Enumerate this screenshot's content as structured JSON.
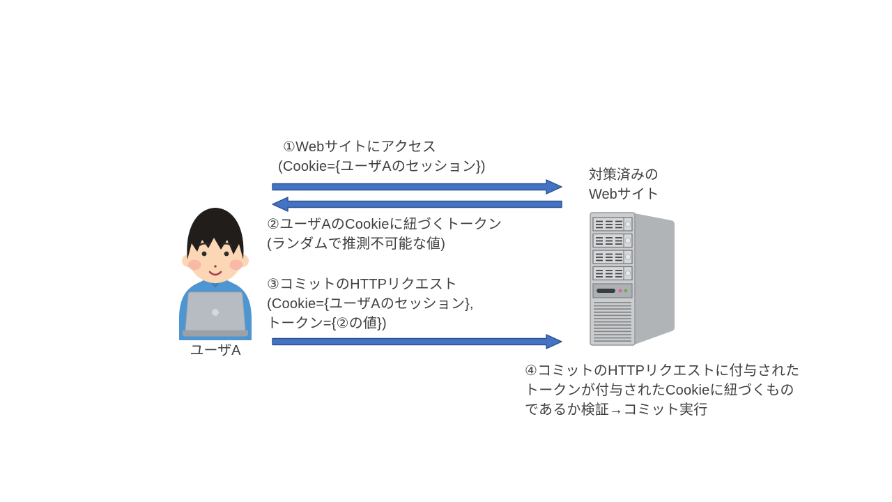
{
  "page": {
    "background": "#ffffff",
    "text_color": "#404040"
  },
  "arrows": {
    "fill": "#4472C4",
    "border": "#2F528F"
  },
  "user": {
    "label": "ユーザA",
    "illustration": "person-at-laptop"
  },
  "server": {
    "label_lines": [
      "対策済みの",
      "Webサイト"
    ],
    "illustration": "tower-server"
  },
  "messages": [
    {
      "step": "1",
      "direction": "user-to-server",
      "lines": [
        "①Webサイトにアクセス",
        "(Cookie={ユーザAのセッション})"
      ]
    },
    {
      "step": "2",
      "direction": "server-to-user",
      "lines": [
        "②ユーザAのCookieに紐づくトークン",
        "(ランダムで推測不可能な値)"
      ]
    },
    {
      "step": "3",
      "direction": "user-to-server",
      "lines": [
        "③コミットのHTTPリクエスト",
        "(Cookie={ユーザAのセッション},",
        "トークン={②の値})"
      ]
    },
    {
      "step": "4",
      "direction": "server-internal-verification",
      "lines": [
        "④コミットのHTTPリクエストに付与された",
        "トークンが付与されたCookieに紐づくもの",
        "であるか検証→コミット実行"
      ]
    }
  ]
}
